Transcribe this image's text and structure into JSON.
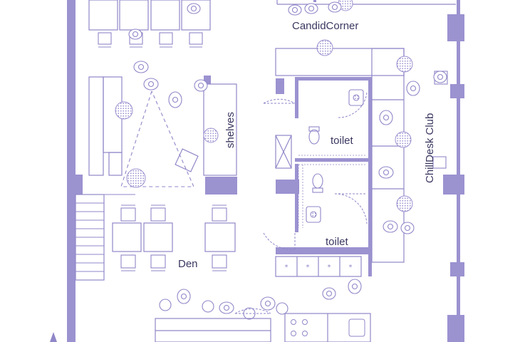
{
  "labels": {
    "candid_corner": "CandidCorner",
    "chilldesk_club": "ChillDesk Club",
    "shelves": "shelves",
    "toilet_upper": "toilet",
    "toilet_lower": "toilet",
    "den": "Den"
  },
  "colors": {
    "wall": "#9b92d0",
    "line": "#8f87c8",
    "fill_light": "#cfcae8",
    "text": "#3a3760"
  }
}
